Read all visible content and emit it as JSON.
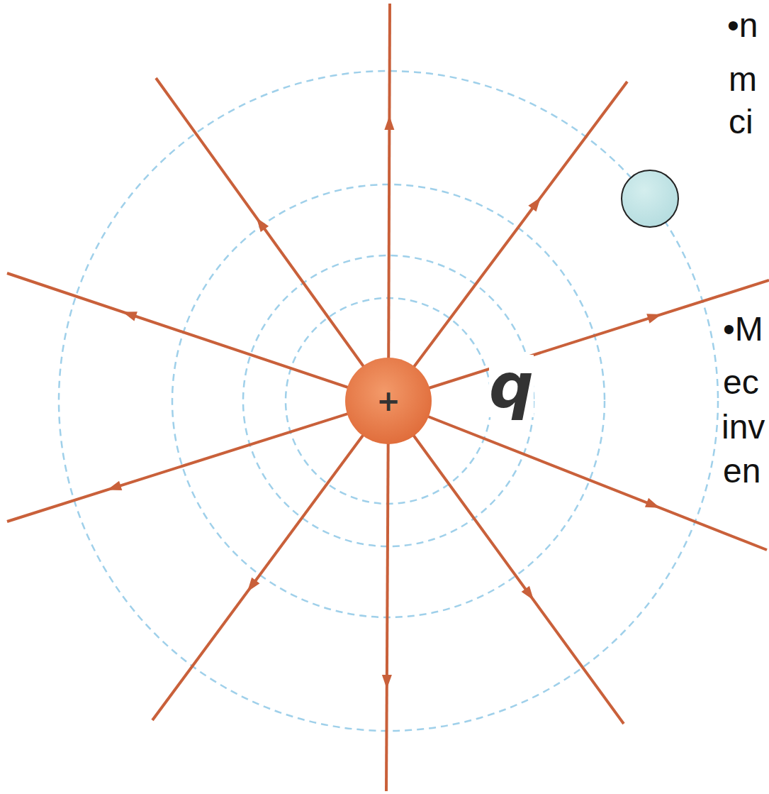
{
  "diagram": {
    "nodes": [
      {
        "text": [
          "+"
        ]
      }
    ],
    "labels": [
      "q",
      "•n",
      "m",
      "ci",
      "•M",
      "ec",
      "inv",
      "en"
    ]
  }
}
